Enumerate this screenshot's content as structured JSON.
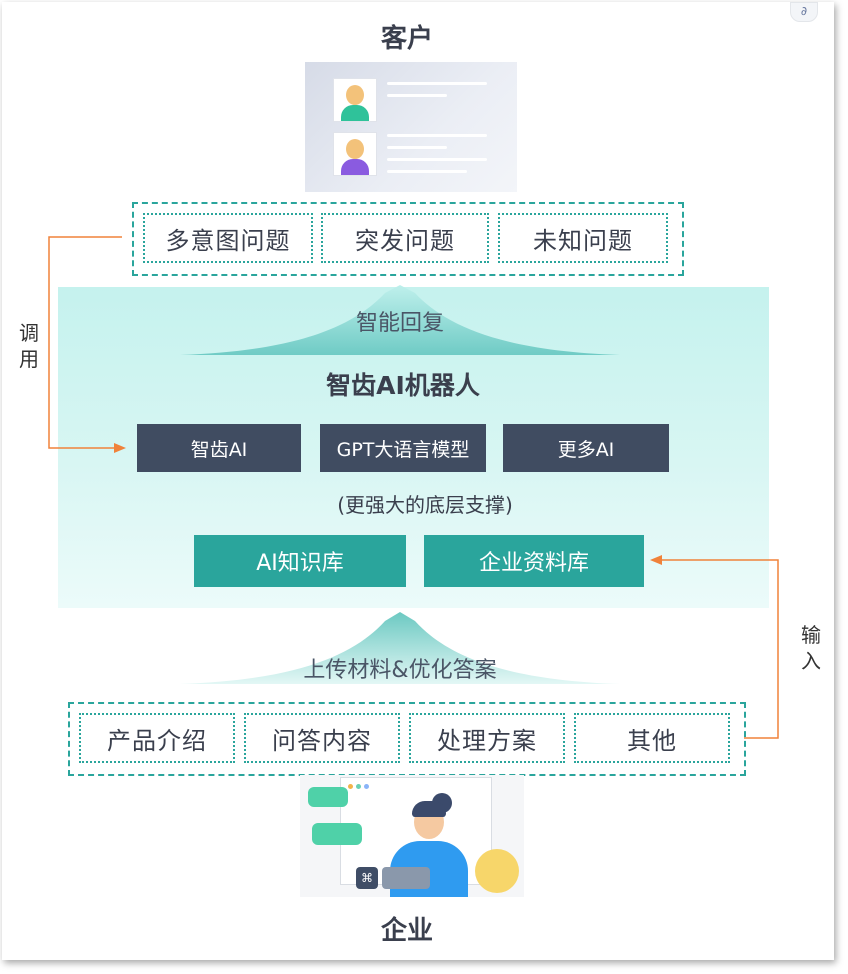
{
  "top_title": "客户",
  "bottom_title": "企业",
  "customer_problems": [
    "多意图问题",
    "突发问题",
    "未知问题"
  ],
  "reply_label": "智能回复",
  "robot_title": "智齿AI机器人",
  "ai_models": [
    "智齿AI",
    "GPT大语言模型",
    "更多AI"
  ],
  "support_note": "(更强大的底层支撑)",
  "knowledge_bases": [
    "AI知识库",
    "企业资料库"
  ],
  "upload_label": "上传材料&优化答案",
  "enterprise_materials": [
    "产品介绍",
    "问答内容",
    "处理方案",
    "其他"
  ],
  "left_arrow_label": [
    "调",
    "用"
  ],
  "right_arrow_label": [
    "输",
    "入"
  ],
  "link_icon_glyph": "∂",
  "colors": {
    "teal": "#2aa59c",
    "dark": "#404c61",
    "arrow": "#f0823a",
    "panel": "#c5f2ee"
  }
}
